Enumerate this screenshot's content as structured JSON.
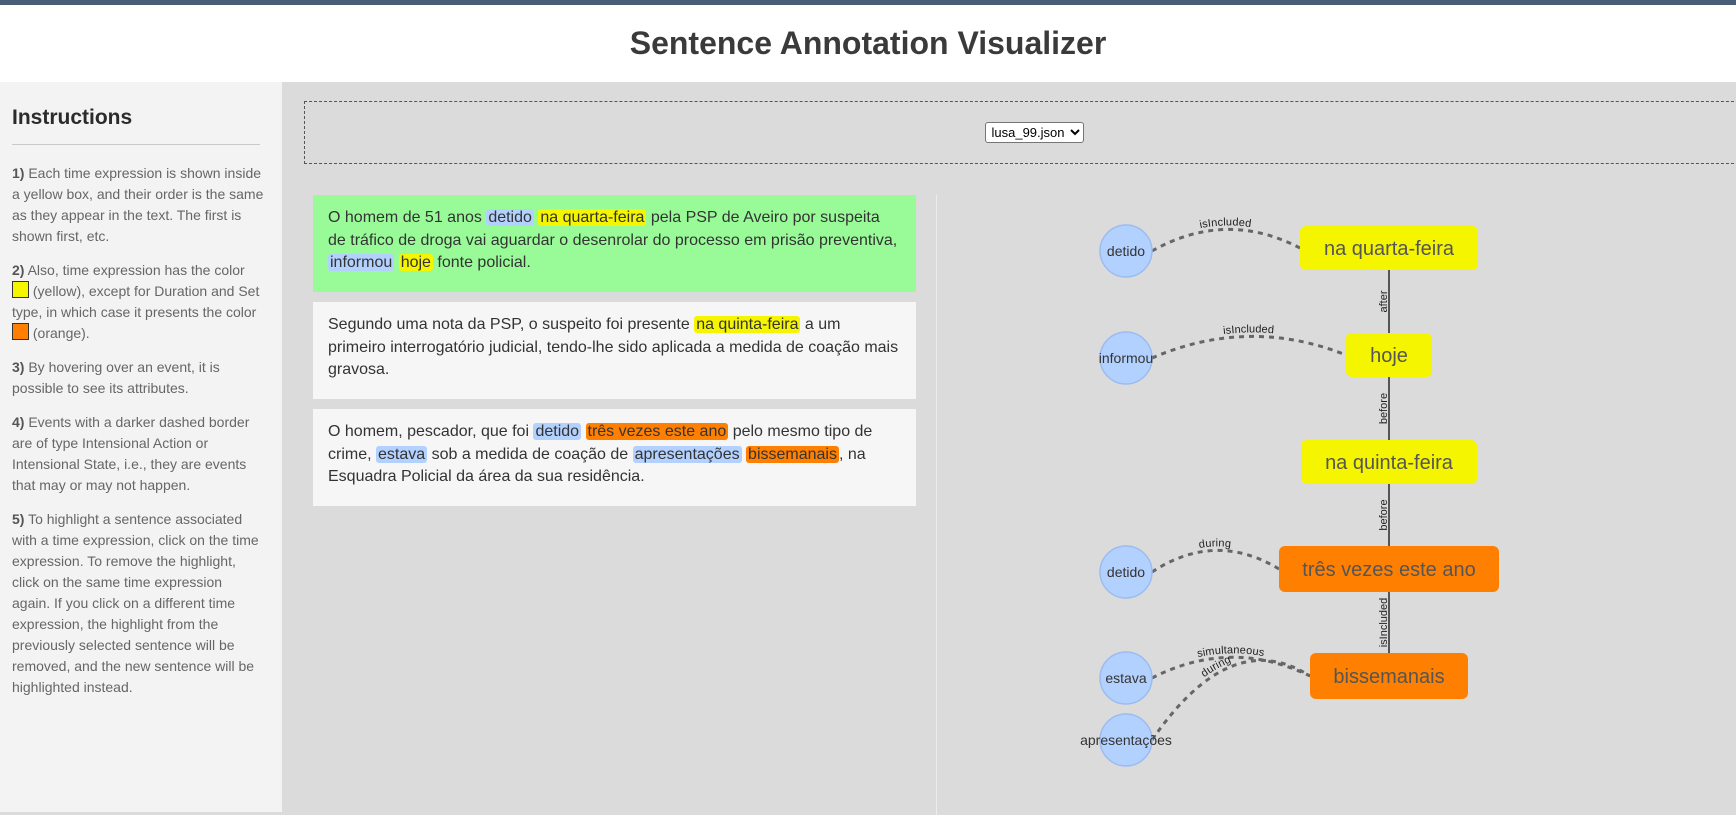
{
  "header": {
    "title": "Sentence Annotation Visualizer"
  },
  "sidebar": {
    "title": "Instructions",
    "items": [
      {
        "num": "1)",
        "text": "Each time expression is shown inside a yellow box, and their order is the same as they appear in the text. The first is shown first, etc."
      },
      {
        "num": "2)",
        "text_a": "Also, time expression has the color",
        "text_b": "(yellow), except for Duration and Set type, in which case it presents the color",
        "text_c": "(orange)."
      },
      {
        "num": "3)",
        "text": "By hovering over an event, it is possible to see its attributes."
      },
      {
        "num": "4)",
        "text": "Events with a darker dashed border are of type Intensional Action or Intensional State, i.e., they are events that may or may not happen."
      },
      {
        "num": "5)",
        "text": "To highlight a sentence associated with a time expression, click on the time expression. To remove the highlight, click on the same time expression again. If you click on a different time expression, the highlight from the previously selected sentence will be removed, and the new sentence will be highlighted instead."
      }
    ]
  },
  "file_select": {
    "selected": "lusa_99.json"
  },
  "colors": {
    "time_yellow": "#f5f500",
    "time_orange": "#ff8000",
    "event_blue": "#b3d1ff",
    "highlight_green": "#98fb98"
  },
  "sentences": [
    {
      "highlighted": true,
      "parts": [
        {
          "t": "O homem de 51 anos "
        },
        {
          "t": "detido",
          "k": "event"
        },
        {
          "t": " "
        },
        {
          "t": "na quarta-feira",
          "k": "time"
        },
        {
          "t": " pela PSP de Aveiro por suspeita de tráfico de droga vai aguardar o desenrolar do processo em prisão preventiva, "
        },
        {
          "t": "informou",
          "k": "event"
        },
        {
          "t": " "
        },
        {
          "t": "hoje",
          "k": "time"
        },
        {
          "t": " fonte policial."
        }
      ]
    },
    {
      "highlighted": false,
      "parts": [
        {
          "t": "Segundo uma nota da PSP, o suspeito foi presente "
        },
        {
          "t": "na quinta-feira",
          "k": "time"
        },
        {
          "t": " a um primeiro interrogatório judicial, tendo-lhe sido aplicada a medida de coação mais gravosa."
        }
      ]
    },
    {
      "highlighted": false,
      "parts": [
        {
          "t": "O homem, pescador, que foi "
        },
        {
          "t": "detido",
          "k": "event"
        },
        {
          "t": " "
        },
        {
          "t": "três vezes este ano",
          "k": "set"
        },
        {
          "t": " pelo mesmo tipo de crime, "
        },
        {
          "t": "estava",
          "k": "event"
        },
        {
          "t": " sob a medida de coação de "
        },
        {
          "t": "apresentações",
          "k": "event"
        },
        {
          "t": " "
        },
        {
          "t": "bissemanais",
          "k": "set"
        },
        {
          "t": ", na Esquadra Policial da área da sua residência."
        }
      ]
    }
  ],
  "graph": {
    "time_nodes": [
      {
        "id": "t1",
        "label": "na quarta-feira",
        "kind": "time"
      },
      {
        "id": "t2",
        "label": "hoje",
        "kind": "time"
      },
      {
        "id": "t3",
        "label": "na quinta-feira",
        "kind": "time"
      },
      {
        "id": "t4",
        "label": "três vezes este ano",
        "kind": "set"
      },
      {
        "id": "t5",
        "label": "bissemanais",
        "kind": "set"
      }
    ],
    "event_nodes": [
      {
        "id": "e1",
        "label": "detido"
      },
      {
        "id": "e2",
        "label": "informou"
      },
      {
        "id": "e3",
        "label": "detido"
      },
      {
        "id": "e4",
        "label": "estava"
      },
      {
        "id": "e5",
        "label": "apresentações"
      }
    ],
    "time_links": [
      {
        "from": "t1",
        "to": "t2",
        "label": "after"
      },
      {
        "from": "t2",
        "to": "t3",
        "label": "before"
      },
      {
        "from": "t3",
        "to": "t4",
        "label": "before"
      },
      {
        "from": "t4",
        "to": "t5",
        "label": "isIncluded"
      }
    ],
    "event_links": [
      {
        "from": "e1",
        "to": "t1",
        "label": "isIncluded"
      },
      {
        "from": "e2",
        "to": "t2",
        "label": "isIncluded"
      },
      {
        "from": "e3",
        "to": "t4",
        "label": "during"
      },
      {
        "from": "e4",
        "to": "t5",
        "label": "simultaneous"
      },
      {
        "from": "e5",
        "to": "t5",
        "label": "during"
      }
    ]
  }
}
